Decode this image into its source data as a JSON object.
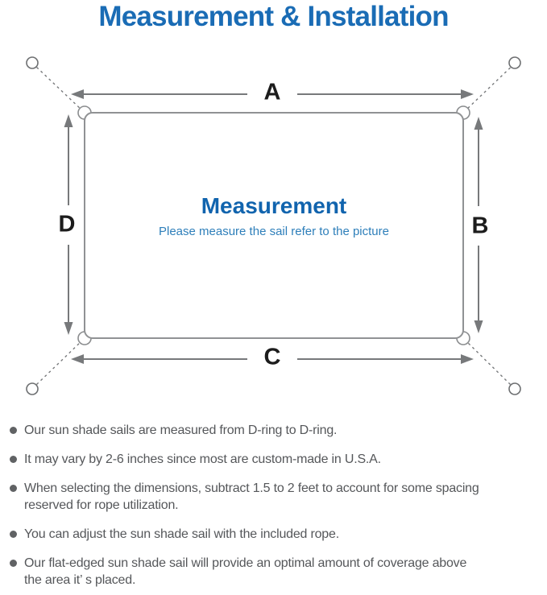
{
  "title": "Measurement & Installation",
  "colors": {
    "title_blue": "#1a6cb5",
    "heading_blue": "#1164ae",
    "subheading_blue": "#2e7fba",
    "diagram_gray": "#77797b",
    "sail_outline_gray": "#909294",
    "label_black": "#1c1c1c",
    "note_text_gray": "#55575a"
  },
  "icons": {
    "anchor_ring": "circle-outline",
    "rope": "dashed-line",
    "d_ring_notch": "half-circle-bump",
    "dimension_arrow": "double-headed-arrow",
    "bullet": "filled-dot"
  },
  "diagram": {
    "heading": "Measurement",
    "subheading": "Please measure the sail refer to the picture",
    "labels": {
      "top": "A",
      "right": "B",
      "bottom": "C",
      "left": "D"
    }
  },
  "notes": {
    "items": [
      {
        "text": "Our sun shade sails are measured from D-ring to D-ring."
      },
      {
        "text": "It may vary by 2-6 inches since most are custom-made in U.S.A."
      },
      {
        "text": "When selecting the dimensions, subtract 1.5 to 2 feet to account for some spacing\nreserved for rope utilization."
      },
      {
        "text": "You can adjust the sun shade sail with the included rope."
      },
      {
        "text": "Our flat-edged sun shade sail will provide an optimal amount of coverage above\nthe area it’ s placed."
      }
    ]
  }
}
